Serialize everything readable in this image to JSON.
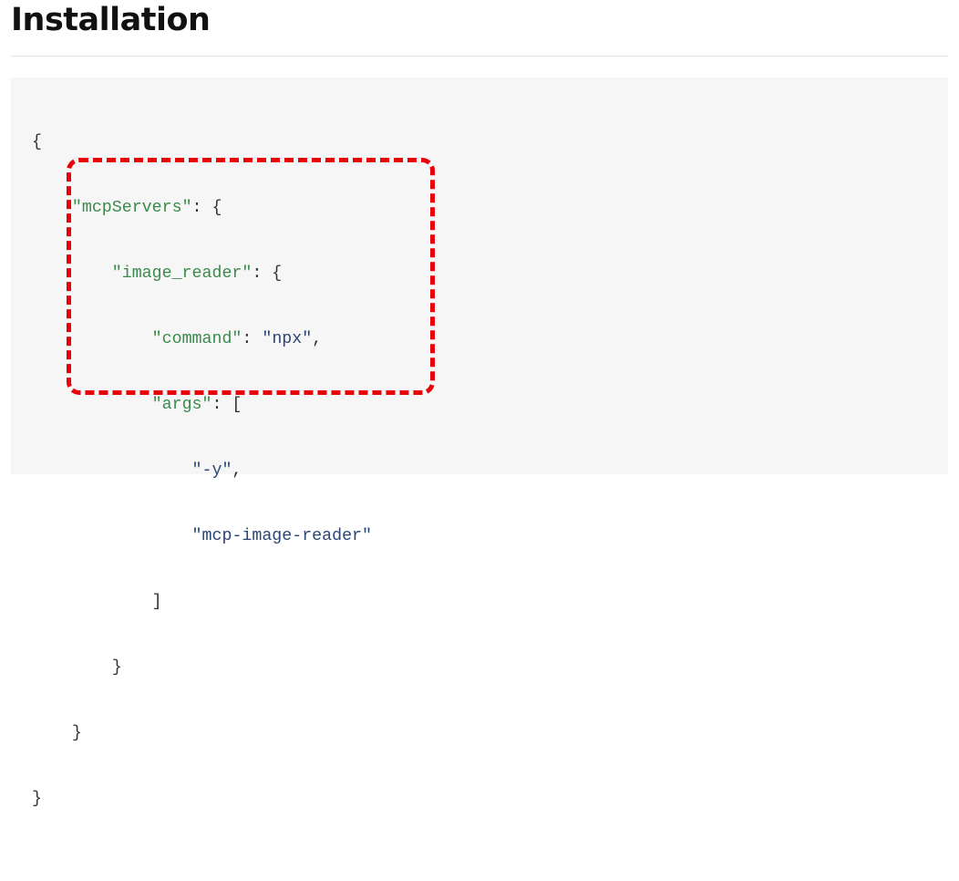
{
  "heading": "Installation",
  "code": {
    "open_brace": "{",
    "mcp_key": "\"mcpServers\"",
    "server_key": "\"image_reader\"",
    "command_key": "\"command\"",
    "command_value": "\"npx\"",
    "args_key": "\"args\"",
    "arg1": "\"-y\"",
    "arg2": "\"mcp-image-reader\"",
    "colon_brace": ": {",
    "colon_bracket": ": [",
    "colon": ": ",
    "comma": ",",
    "close_bracket": "]",
    "close_brace": "}"
  },
  "colors": {
    "key": "#3b8a4c",
    "value": "#2b4675",
    "highlight": "#e8000b"
  }
}
